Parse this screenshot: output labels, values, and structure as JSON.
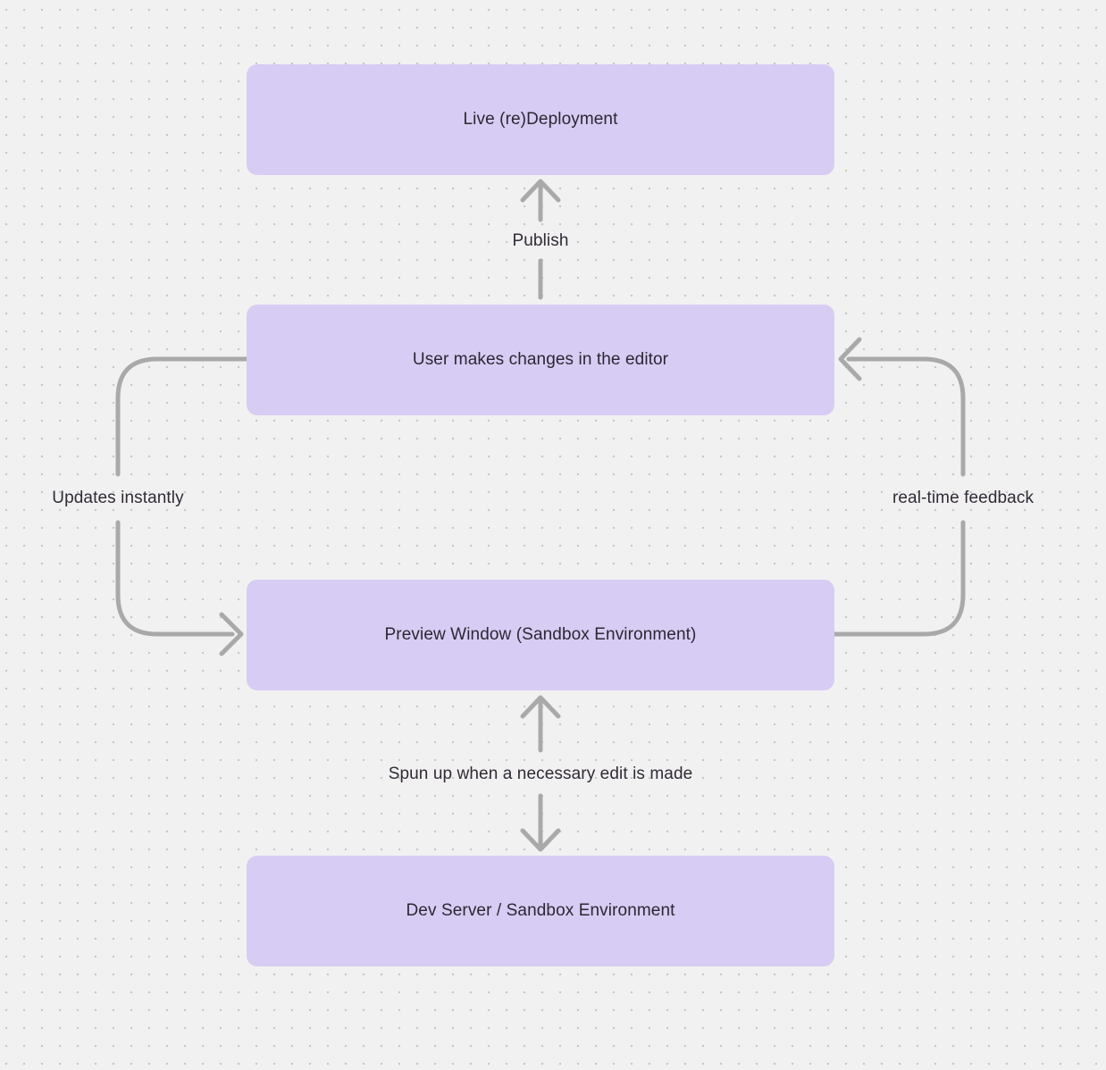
{
  "diagram": {
    "nodes": [
      {
        "id": "live-redeployment",
        "label": "Live (re)Deployment"
      },
      {
        "id": "user-editor",
        "label": "User makes changes in the editor"
      },
      {
        "id": "preview-window",
        "label": "Preview Window (Sandbox Environment)"
      },
      {
        "id": "dev-server",
        "label": "Dev Server / Sandbox Environment"
      }
    ],
    "edges": [
      {
        "from": "user-editor",
        "to": "live-redeployment",
        "label": "Publish",
        "direction": "up"
      },
      {
        "from": "user-editor",
        "to": "preview-window",
        "label": "Updates instantly",
        "direction": "left-loop-down"
      },
      {
        "from": "preview-window",
        "to": "user-editor",
        "label": "real-time feedback",
        "direction": "right-loop-up"
      },
      {
        "from": "preview-window",
        "to": "dev-server",
        "label": "Spun up when a necessary edit is made",
        "direction": "bidirectional"
      }
    ],
    "colors": {
      "canvas_background": "#f2f1f1",
      "grid_dot": "#c7c7c7",
      "node_fill": "#d7ccf3",
      "arrow_stroke": "#a9a9a9",
      "node_text": "#2c2733",
      "edge_label_text": "#302b36"
    }
  }
}
